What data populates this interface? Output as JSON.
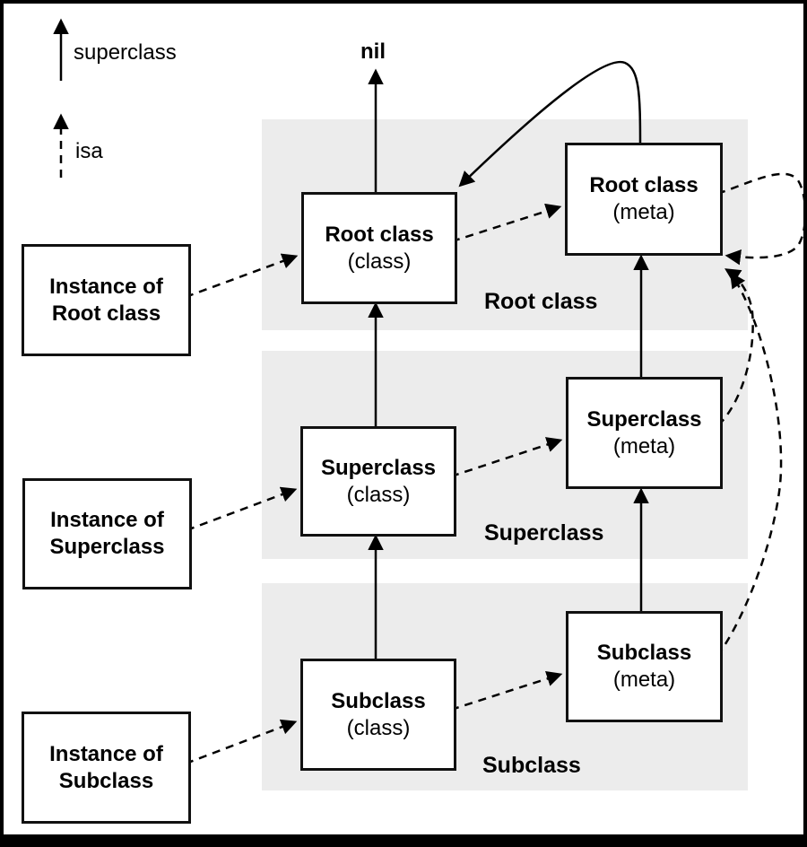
{
  "diagram": {
    "title_hint": "class and metaclass hierarchy",
    "legend": {
      "superclass_label": "superclass",
      "isa_label": "isa"
    },
    "nil_label": "nil",
    "bands": [
      {
        "label": "Root class"
      },
      {
        "label": "Superclass"
      },
      {
        "label": "Subclass"
      }
    ],
    "instance_boxes": [
      {
        "line1": "Instance of",
        "line2": "Root class"
      },
      {
        "line1": "Instance of",
        "line2": "Superclass"
      },
      {
        "line1": "Instance of",
        "line2": "Subclass"
      }
    ],
    "class_boxes": [
      {
        "title": "Root class",
        "subtitle": "(class)"
      },
      {
        "title": "Superclass",
        "subtitle": "(class)"
      },
      {
        "title": "Subclass",
        "subtitle": "(class)"
      }
    ],
    "meta_boxes": [
      {
        "title": "Root class",
        "subtitle": "(meta)"
      },
      {
        "title": "Superclass",
        "subtitle": "(meta)"
      },
      {
        "title": "Subclass",
        "subtitle": "(meta)"
      }
    ],
    "colors": {
      "band_fill": "#ececec",
      "line": "#000000",
      "background": "#ffffff",
      "box_fill": "#ffffff"
    }
  }
}
